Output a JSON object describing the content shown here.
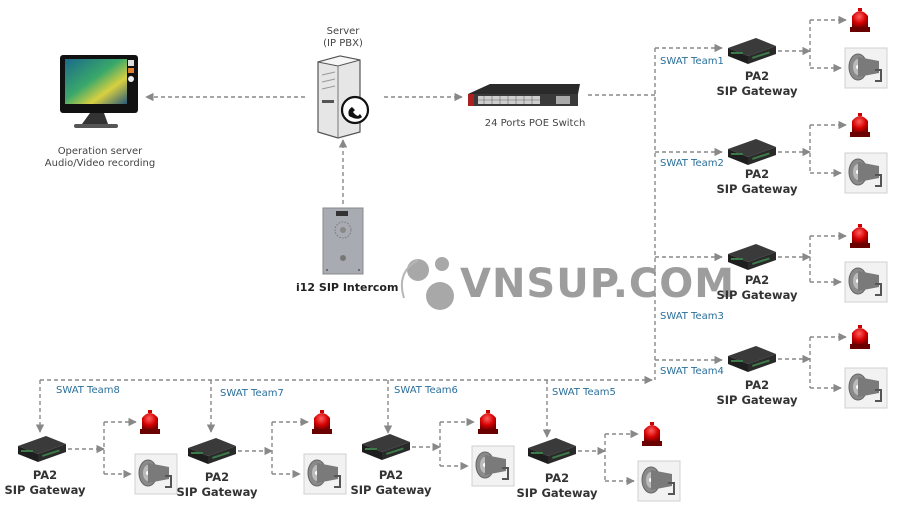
{
  "diagram": {
    "operation_server": {
      "line1": "Operation server",
      "line2": "Audio/Video recording"
    },
    "server": {
      "line1": "Server",
      "line2": "(IP PBX)"
    },
    "switch": {
      "label": "24 Ports POE Switch"
    },
    "intercom": {
      "label": "i12 SIP Intercom"
    },
    "gateway": {
      "line1": "PA2",
      "line2": "SIP Gateway"
    },
    "teams": [
      "SWAT Team1",
      "SWAT Team2",
      "SWAT Team3",
      "SWAT Team4",
      "SWAT Team5",
      "SWAT Team6",
      "SWAT Team7",
      "SWAT Team8"
    ],
    "watermark": "VNSUP.COM",
    "colors": {
      "team_label": "#2a6f9a",
      "line": "#888888",
      "beacon": "#d40000",
      "device": "#2b2b2b"
    }
  }
}
